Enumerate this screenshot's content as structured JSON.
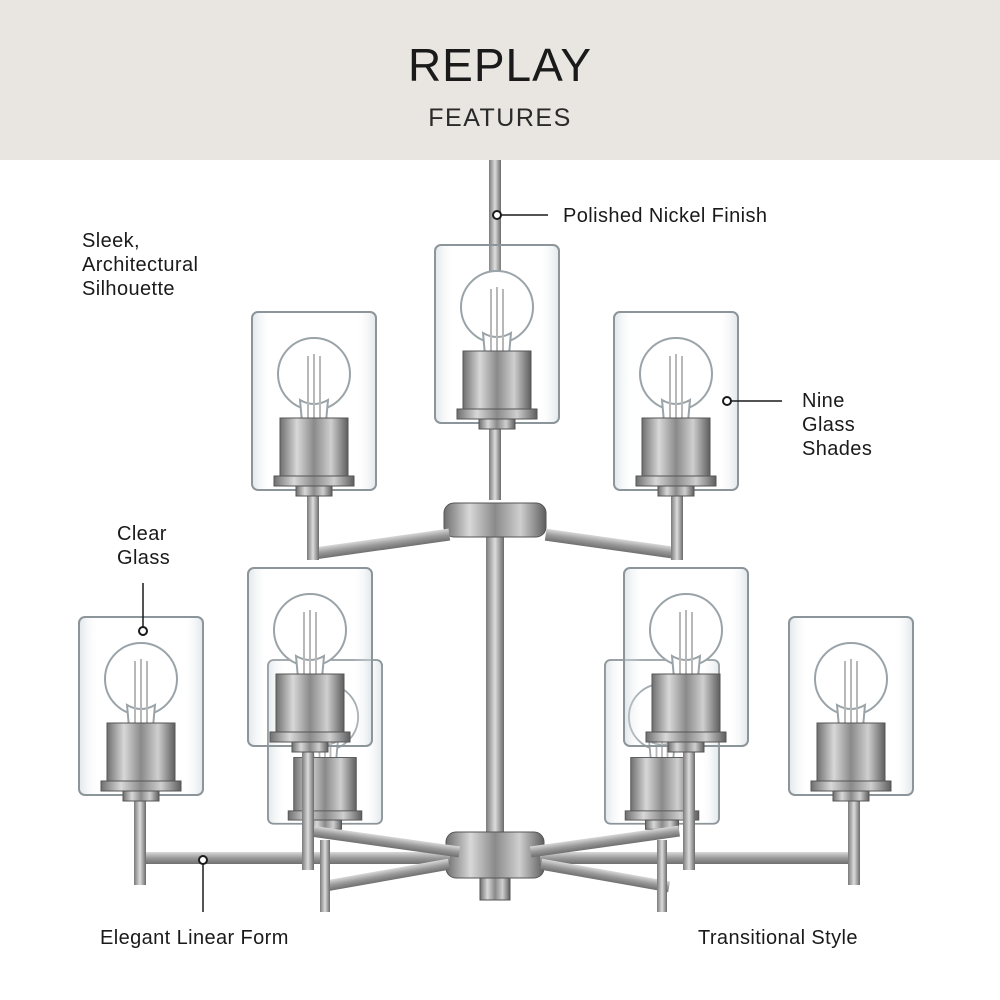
{
  "header": {
    "title": "REPLAY",
    "subtitle": "FEATURES"
  },
  "features": {
    "finish": "Polished Nickel Finish",
    "silhouette": [
      "Sleek,",
      "Architectural",
      "Silhouette"
    ],
    "shades": [
      "Nine",
      "Glass",
      "Shades"
    ],
    "glass": [
      "Clear",
      "Glass"
    ],
    "form": "Elegant Linear Form",
    "style": "Transitional Style"
  },
  "product": {
    "name": "chandelier",
    "shade_count": 9,
    "finish_color": "#9a9a9a",
    "background": "#e9e6e2"
  }
}
